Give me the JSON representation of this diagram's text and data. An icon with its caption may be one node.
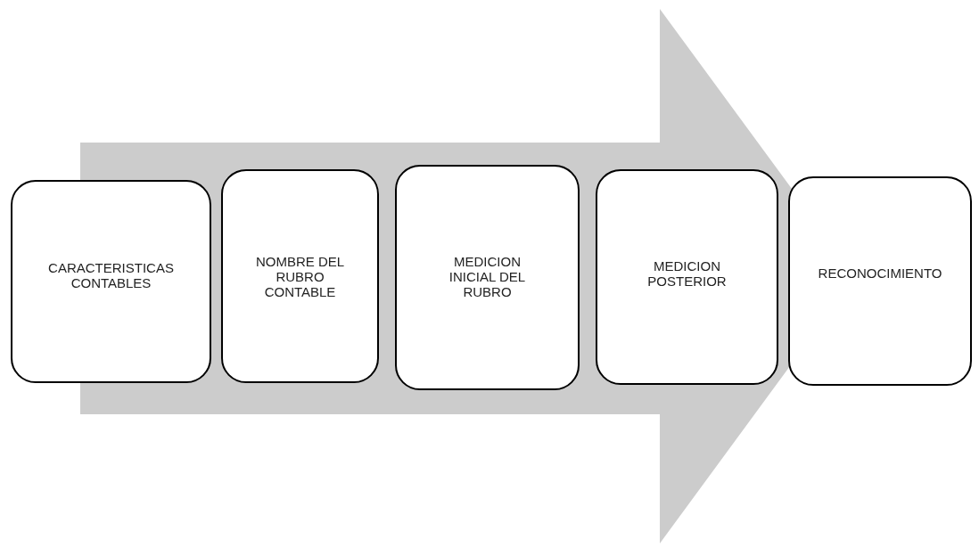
{
  "diagram": {
    "nodes": [
      {
        "text": [
          "CARACTERISTICAS CONTABLES"
        ]
      },
      {
        "text": [
          "NOMBRE DEL RUBRO CONTABLE"
        ]
      },
      {
        "text": [
          "MEDICION INICIAL DEL RUBRO"
        ]
      },
      {
        "text": [
          "MEDICION POSTERIOR"
        ]
      },
      {
        "text": [
          "RECONOCIMIENTO"
        ]
      }
    ],
    "edges": [
      {
        "from": 0,
        "to": 4,
        "arrow": "to"
      }
    ]
  }
}
